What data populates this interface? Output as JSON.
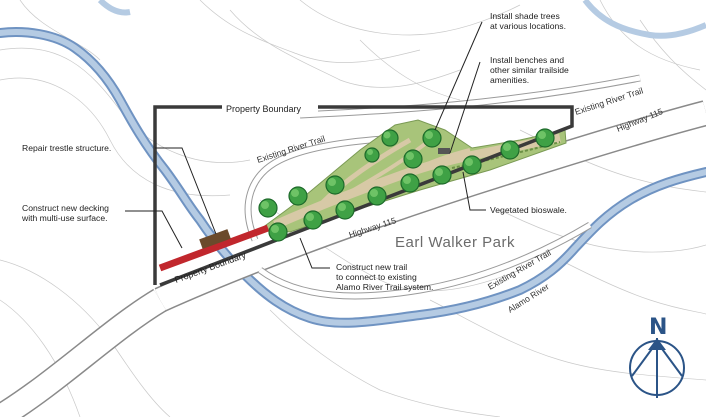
{
  "map": {
    "park_name": "Earl Walker Park",
    "river_name": "Alamo River",
    "north_label": "N",
    "boundary_labels": [
      "Property Boundary",
      "Property Boundary"
    ],
    "road_labels": {
      "highway_upper": "Highway 115",
      "highway_lower": "Highway 115",
      "trail_upper_right": "Existing River Trail",
      "trail_left": "Existing River Trail",
      "trail_lower_right": "Existing River Trail"
    },
    "callouts": {
      "repair_trestle": [
        "Repair trestle structure."
      ],
      "new_decking": [
        "Construct new decking",
        "with multi-use surface."
      ],
      "new_trail": [
        "Construct new trail",
        "to connect to existing",
        "Alamo River Trail system."
      ],
      "shade_trees": [
        "Install shade trees",
        "at various locations."
      ],
      "benches": [
        "Install benches and",
        "other similar trailside",
        "amenities."
      ],
      "bioswale": [
        "Vegetated bioswale."
      ]
    },
    "colors": {
      "river": "#b5cbe3",
      "river_edge": "#6f93c2",
      "river_dark": "#5c86b8",
      "park_green": "#a8c47a",
      "trail_fill": "#d7c9a6",
      "trestle_red": "#c1272d",
      "boundary": "#3a3a3a",
      "north_blue": "#2b5487"
    }
  }
}
